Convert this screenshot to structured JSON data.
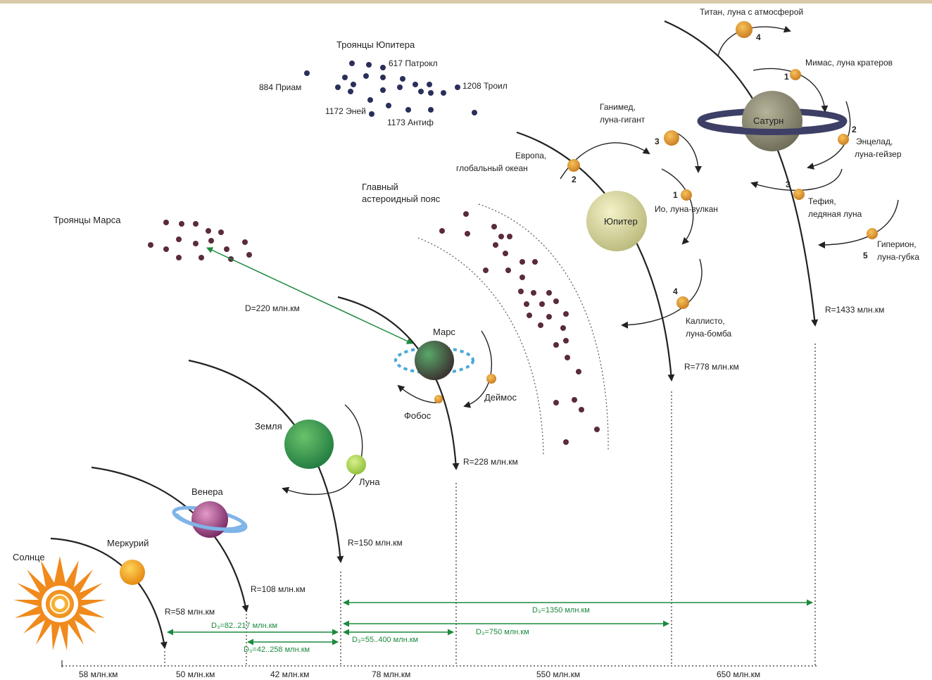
{
  "colors": {
    "distance_arrow": "#1d8a3e",
    "orbit_arrow": "#222222",
    "sun": "#f08a1c",
    "mercury": "#f3a51f",
    "venus": "#a84a8a",
    "earth": "#2f9a4a",
    "moon": "#a9d158",
    "mars": "#2e6b3a",
    "jupiter": "#d8d79a",
    "saturn": "#8c8a72",
    "saturn_ring": "#4a4a6a",
    "small_moon": "#e29a2a",
    "asteroid": "#5a2b3a",
    "trojan_jupiter": "#2a2f5a"
  },
  "bodies": {
    "sun": "Солнце",
    "mercury": "Меркурий",
    "venus": "Венера",
    "earth": "Земля",
    "moon": "Луна",
    "mars": "Марс",
    "phobos": "Фобос",
    "deimos": "Деймос",
    "jupiter": "Юпитер",
    "saturn": "Сатурн"
  },
  "radii": {
    "mercury": "R=58 млн.км",
    "venus": "R=108 млн.км",
    "earth": "R=150 млн.км",
    "mars": "R=228 млн.км",
    "jupiter": "R=778 млн.км",
    "saturn": "R=1433 млн.км"
  },
  "mars_trojans": {
    "title": "Троянцы Марса",
    "distance": "D=220 млн.км"
  },
  "main_belt": {
    "line1": "Главный",
    "line2": "астероидный пояс"
  },
  "jupiter_trojans": {
    "title": "Троянцы Юпитера",
    "patroclus": "617 Патрокл",
    "priam": "884 Приам",
    "troilus": "1208 Троил",
    "aeneas": "1172 Эней",
    "antiphus": "1173 Антиф"
  },
  "jupiter_moons": {
    "europa_1": "Европа,",
    "europa_2": "глобальный океан",
    "europa_n": "2",
    "ganymede_1": "Ганимед,",
    "ganymede_2": "луна-гигант",
    "ganymede_n": "3",
    "io": "Ио, луна-вулкан",
    "io_n": "1",
    "callisto_1": "Каллисто,",
    "callisto_2": "луна-бомба",
    "callisto_n": "4"
  },
  "saturn_moons": {
    "titan": "Титан, луна с атмосферой",
    "titan_n": "4",
    "mimas": "Мимас, луна кратеров",
    "mimas_n": "1",
    "enceladus_1": "Энцелад,",
    "enceladus_2": "луна-гейзер",
    "enceladus_n": "2",
    "tethys_1": "Тефия,",
    "tethys_2": "ледяная луна",
    "tethys_n": "3",
    "hyperion_1": "Гиперион,",
    "hyperion_2": "луна-губка",
    "hyperion_n": "5"
  },
  "delta_distances": {
    "venus": "D₃=82..217 млн.км",
    "mars": "D₃=42..258 млн.км",
    "mars2": "D₃=55..400 млн.км",
    "jupiter": "D₃=750 млн.км",
    "saturn": "D₃=1350 млн.км"
  },
  "scale": {
    "s1": "58 млн.км",
    "s2": "50 млн.км",
    "s3": "42 млн.км",
    "s4": "78 млн.км",
    "s5": "550 млн.км",
    "s6": "650 млн.км"
  }
}
